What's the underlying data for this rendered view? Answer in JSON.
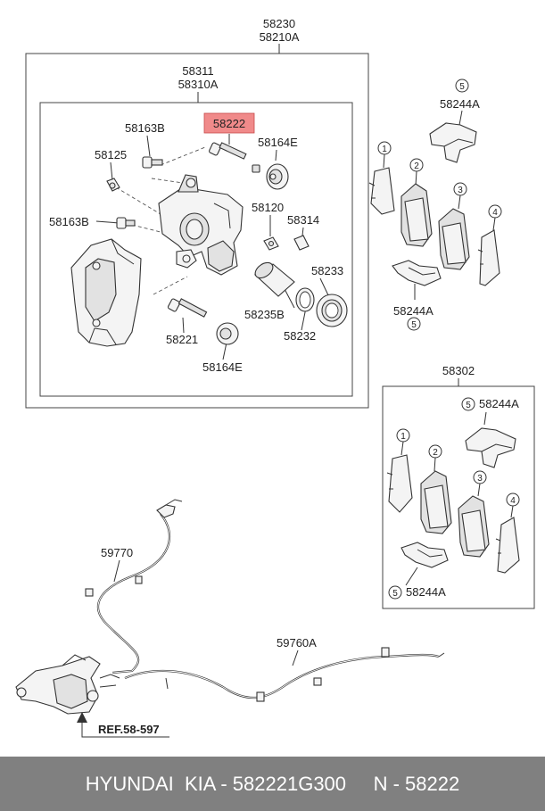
{
  "labels": {
    "assembly_a": "58230",
    "assembly_b": "58210A",
    "caliper_a": "58311",
    "caliper_b": "58310A",
    "highlighted": "58222",
    "bolt_upper": "58163B",
    "bleeder_screw": "58125",
    "bolt_lower": "58163B",
    "boot_upper": "58164E",
    "fitting": "58120",
    "cap": "58314",
    "piston": "58235B",
    "seal_ring": "58233",
    "piston_seal": "58232",
    "guide_pin": "58221",
    "boot_lower": "58164E",
    "clip_top_1": "58244A",
    "clip_bot_1": "58244A",
    "pad_kit": "58302",
    "clip_top_2": "58244A",
    "clip_bot_2": "58244A",
    "cable_left": "59770",
    "cable_right": "59760A",
    "ref": "REF.58-597"
  },
  "callouts": {
    "one": "1",
    "two": "2",
    "three": "3",
    "four": "4",
    "five": "5"
  },
  "colors": {
    "highlight": "#f08a8a",
    "footer_bg": "#808080",
    "footer_text": "#ffffff"
  },
  "footer": {
    "text": "HYUNDAI  KIA - 582221G300     N - 58222"
  }
}
